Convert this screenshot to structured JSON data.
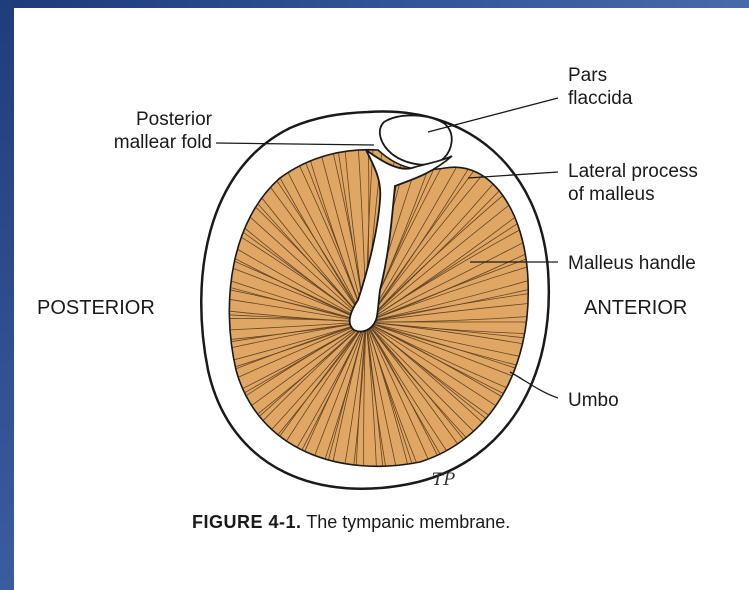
{
  "labels": {
    "pars_flaccida": "Pars\nflaccida",
    "posterior_mallear_fold": "Posterior\nmallear fold",
    "lateral_process": "Lateral process\nof malleus",
    "malleus_handle": "Malleus handle",
    "umbo": "Umbo",
    "posterior": "POSTERIOR",
    "anterior": "ANTERIOR"
  },
  "caption": {
    "number": "FIGURE 4-1.",
    "text": " The tympanic membrane."
  },
  "signature": "TP",
  "colors": {
    "membrane_fill": "#e0a764",
    "fiber_line": "#3a2410",
    "outline": "#1a1a1a",
    "border_top": "#2a4a86"
  }
}
